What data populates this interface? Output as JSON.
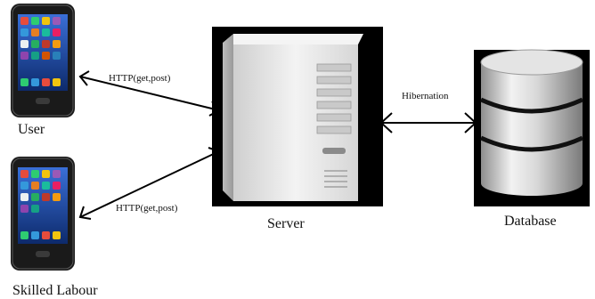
{
  "nodes": {
    "user": {
      "label": "User",
      "icon": "smartphone-icon"
    },
    "skilled": {
      "label": "Skilled Labour",
      "icon": "smartphone-icon"
    },
    "server": {
      "label": "Server",
      "icon": "server-tower-icon"
    },
    "database": {
      "label": "Database",
      "icon": "database-cylinder-icon"
    }
  },
  "edges": {
    "user_server": {
      "label": "HTTP(get,post)"
    },
    "skilled_server": {
      "label": "HTTP(get,post)"
    },
    "server_database": {
      "label": "Hibernation"
    }
  },
  "colors": {
    "background": "#ffffff",
    "arrow": "#000000",
    "phone_body": "#1a1a1a",
    "server_body": "#e6e6e6",
    "database_body": "#c8c8c8"
  }
}
